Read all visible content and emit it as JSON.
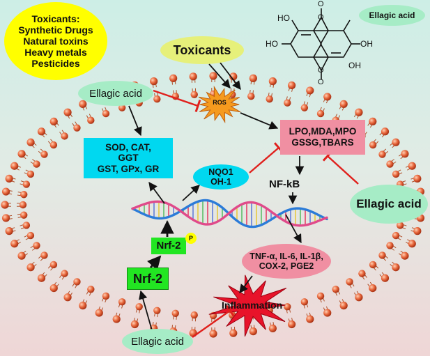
{
  "toxicants_list": {
    "title": "Toxicants:",
    "items": [
      "Synthetic Drugs",
      "Natural toxins",
      "Heavy metals",
      "Pesticides"
    ]
  },
  "structure_label": "Ellagic acid",
  "structure_oh": [
    "HO",
    "OH",
    "HO",
    "OH"
  ],
  "structure_o": [
    "O",
    "O",
    "O",
    "O"
  ],
  "toxicants_label": "Toxicants",
  "ellagic_topleft": "Ellagic acid",
  "ellagic_right": "Ellagic acid",
  "ellagic_bottom": "Ellagic acid",
  "ros_label": "ROS",
  "oxidative_markers": [
    "LPO,MDA,MPO",
    "GSSG,TBARS"
  ],
  "antioxidant_enzymes": [
    "SOD, CAT,",
    "GGT",
    "GST, GPx, GR"
  ],
  "nqo1": [
    "NQO1",
    "OH-1"
  ],
  "nfkb_label": "NF-kB",
  "nrf2_upper": "Nrf-2",
  "nrf2_lower": "Nrf-2",
  "phospho_label": "P",
  "cytokines": [
    "TNF-α, IL-6, IL-1β,",
    "COX-2, PGE2"
  ],
  "inflammation_label": "Inflammation",
  "colors": {
    "enzyme_box": "#00d8f0",
    "marker_box": "#f08fa2",
    "nrf2_box": "#22e622",
    "ellagic_ellipse": "#a6ecc6",
    "toxicants_ellipse": "#e6f07a",
    "list_circle": "#ffff00",
    "ros_burst": "#f59a1e",
    "inflammation_burst": "#e8132a",
    "inhibit_line": "#e0201c",
    "lipid_head": "#e8673c",
    "dna_strand_a": "#2b7bd8",
    "dna_strand_b": "#e04a8a"
  }
}
